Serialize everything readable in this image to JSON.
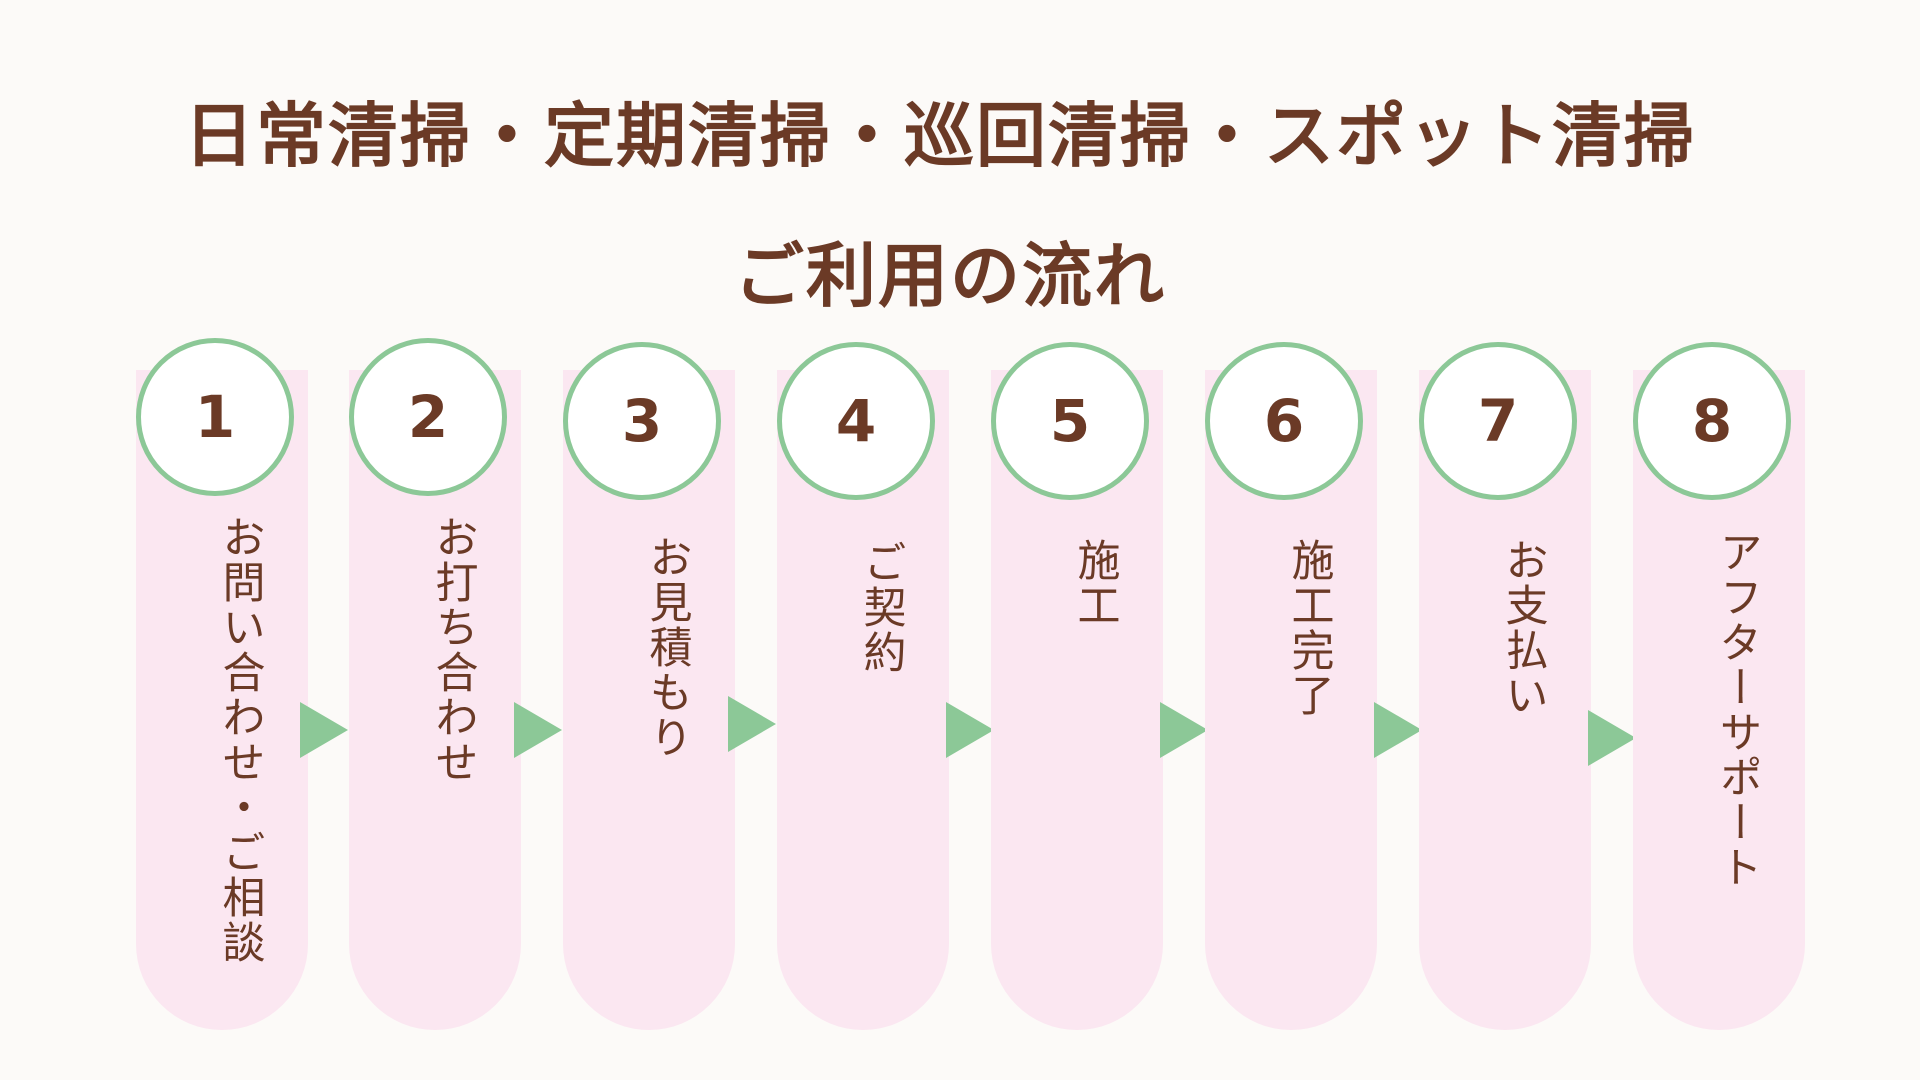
{
  "title": "日常清掃・定期清掃・巡回清掃・スポット清掃",
  "subtitle": "ご利用の流れ",
  "colors": {
    "text": "#6b3a26",
    "circle_border": "#8cc897",
    "pill_fill": "#fbe7f1",
    "arrow": "#8cc897",
    "background": "#fcfaf8"
  },
  "steps": [
    {
      "number": "1",
      "label": "お問い合わせ・ご相談"
    },
    {
      "number": "2",
      "label": "お打ち合わせ"
    },
    {
      "number": "3",
      "label": "お見積もり"
    },
    {
      "number": "4",
      "label": "ご契約"
    },
    {
      "number": "5",
      "label": "施工"
    },
    {
      "number": "6",
      "label": "施工完了"
    },
    {
      "number": "7",
      "label": "お支払い"
    },
    {
      "number": "8",
      "label": "アフターサポート"
    }
  ]
}
